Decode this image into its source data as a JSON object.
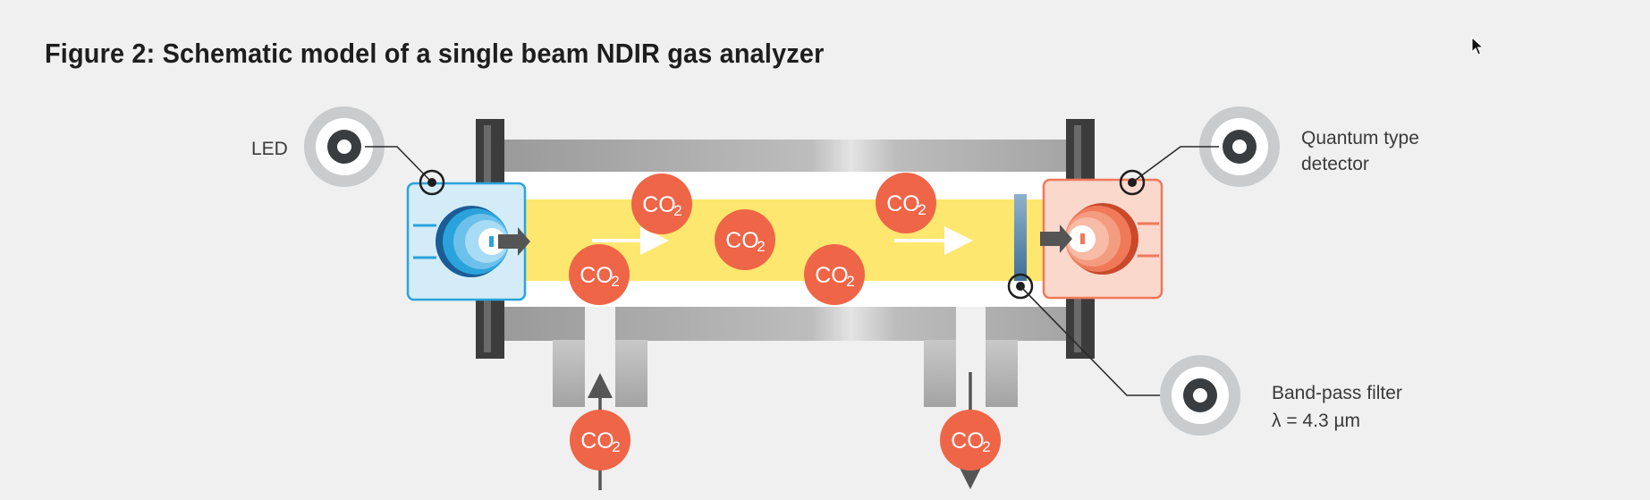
{
  "figure": {
    "title": "Figure 2: Schematic model of a single beam NDIR gas analyzer"
  },
  "labels": {
    "led": "LED",
    "detector_line1": "Quantum type",
    "detector_line2": "detector",
    "filter_line1": "Band-pass filter",
    "filter_line2": "λ = 4.3 µm"
  },
  "molecule": {
    "main": "CO",
    "subscript": "2"
  },
  "colors": {
    "background": "#f0f0f0",
    "beam": "#fde76e",
    "co2": "#ef6547",
    "led_blue": "#2aa3dc",
    "detector_red": "#f0795a",
    "tube_grey": "#b9b9b9",
    "dark": "#3c3c3c"
  },
  "icons": {
    "cursor": "arrow-cursor-icon",
    "led_callout": "target-icon",
    "detector_callout": "target-icon",
    "filter_callout": "target-icon"
  }
}
